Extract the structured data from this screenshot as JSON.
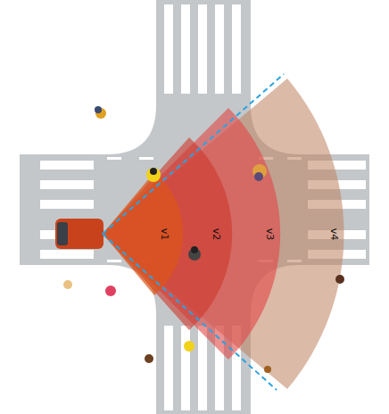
{
  "diagram": {
    "labels": [
      "v1",
      "v2",
      "v3",
      "v4"
    ]
  }
}
